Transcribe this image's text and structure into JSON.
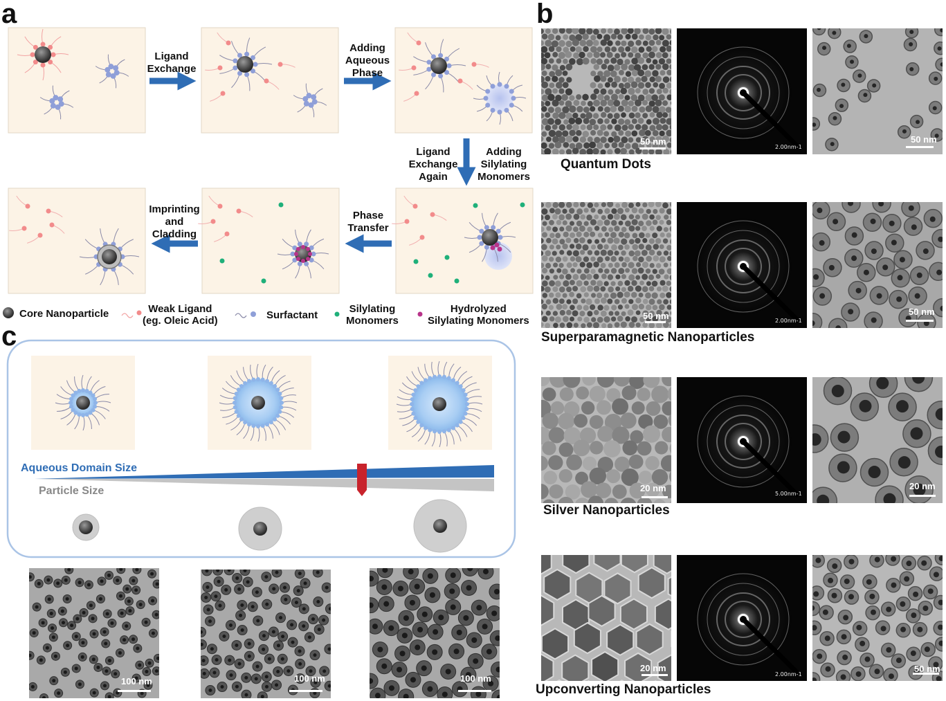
{
  "panels": {
    "a": "a",
    "b": "b",
    "c": "c"
  },
  "panel_a": {
    "steps": [
      {
        "label": "Ligand\nExchange"
      },
      {
        "label": "Adding\nAqueous\nPhase"
      },
      {
        "label_left": "Ligand\nExchange\nAgain",
        "label_right": "Adding\nSilylating\nMonomers"
      },
      {
        "label": "Phase\nTransfer"
      },
      {
        "label": "Imprinting\nand\nCladding"
      }
    ],
    "legend": [
      {
        "label": "Core Nanoparticle"
      },
      {
        "label": "Weak Ligand\n(eg. Oleic Acid)"
      },
      {
        "label": "Surfactant"
      },
      {
        "label": "Silylating\nMonomers"
      },
      {
        "label": "Hydrolyzed\nSilylating Monomers"
      }
    ],
    "colors": {
      "box_bg": "#fcf3e6",
      "core": "#3a3a3a",
      "weak_ligand": "#f28b8b",
      "surfactant": "#8f9fd8",
      "silylating": "#1fb07a",
      "hydrolyzed": "#b8348a",
      "arrow": "#2f6db5"
    }
  },
  "panel_b": {
    "rows": [
      {
        "caption": "Quantum Dots",
        "scale_left": "50 nm",
        "diffraction": "2.00nm-1",
        "scale_right": "50 nm"
      },
      {
        "caption": "Superparamagnetic Nanoparticles",
        "scale_left": "50 nm",
        "diffraction": "2.00nm-1",
        "scale_right": "50 nm"
      },
      {
        "caption": "Silver Nanoparticles",
        "scale_left": "20 nm",
        "diffraction": "5.00nm-1",
        "scale_right": "20 nm"
      },
      {
        "caption": "Upconverting Nanoparticles",
        "scale_left": "20 nm",
        "diffraction": "2.00nm-1",
        "scale_right": "50 nm"
      }
    ]
  },
  "panel_c": {
    "aqueous_label": "Aqueous Domain Size",
    "particle_label": "Particle Size",
    "tem_scales": [
      "100 nm",
      "100 nm",
      "100 nm"
    ],
    "colors": {
      "aqueous_bar": "#2f6db5",
      "particle_bar": "#bdbdbd",
      "marker": "#c8232c",
      "frame": "#aac4e6"
    }
  }
}
